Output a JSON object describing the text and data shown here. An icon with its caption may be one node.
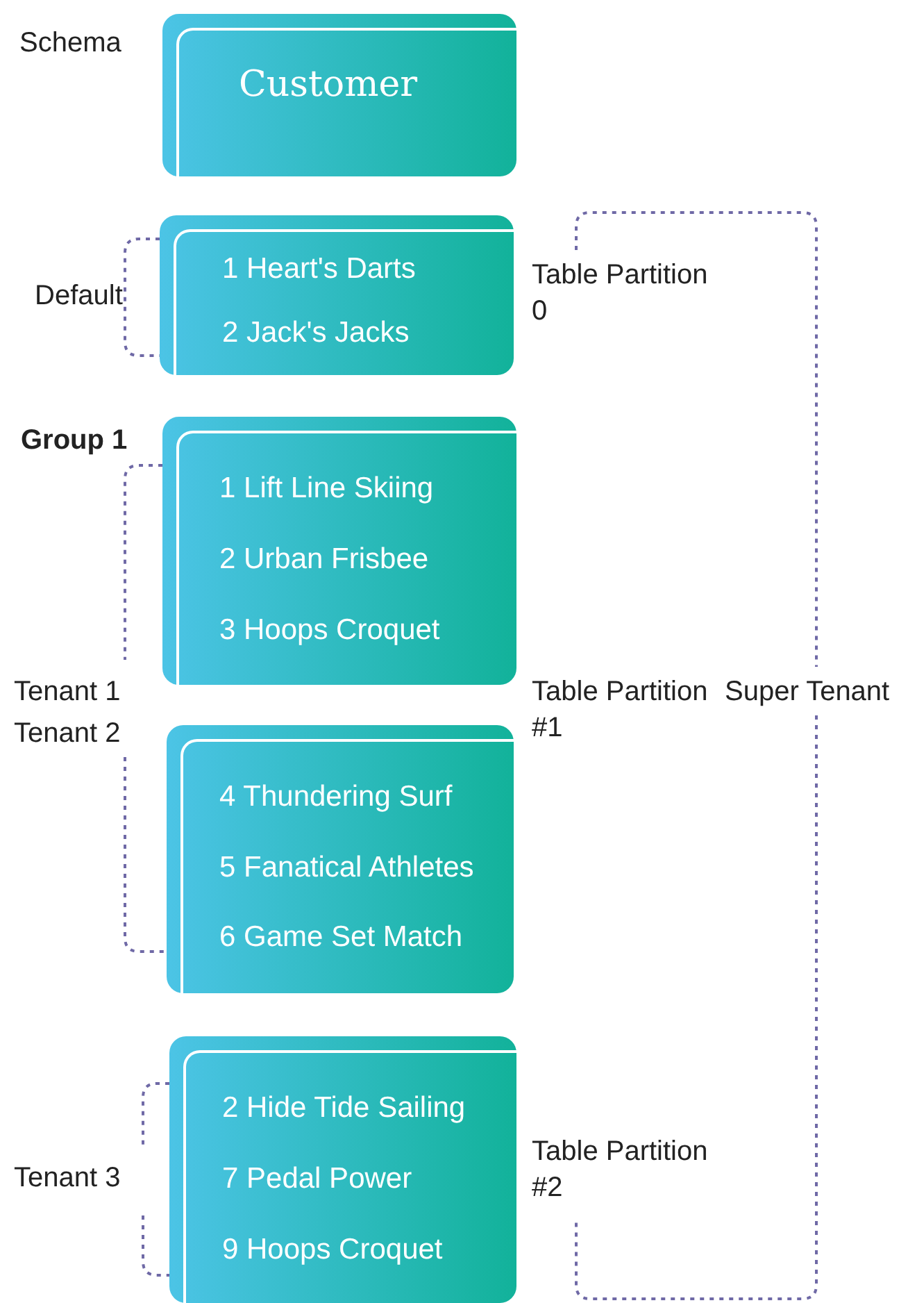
{
  "diagram": {
    "nodes": [
      {
        "text": [
          "Customer"
        ]
      },
      {
        "text": [
          "1 Heart's Darts",
          "2 Jack's Jacks"
        ]
      },
      {
        "text": [
          "1 Lift Line Skiing",
          "2 Urban Frisbee",
          "3 Hoops Croquet"
        ]
      },
      {
        "text": [
          "4 Thundering Surf",
          "5 Fanatical Athletes",
          "6 Game Set Match"
        ]
      },
      {
        "text": [
          "2 Hide Tide Sailing",
          "7 Pedal Power",
          "9 Hoops Croquet"
        ]
      }
    ],
    "labels": [
      "Schema",
      "Default",
      "Table Partition 0",
      "Group 1",
      "Tenant 1",
      "Tenant 2",
      "Table Partition #1",
      "Super Tenant",
      "Tenant 3",
      "Table Partition #2"
    ]
  }
}
